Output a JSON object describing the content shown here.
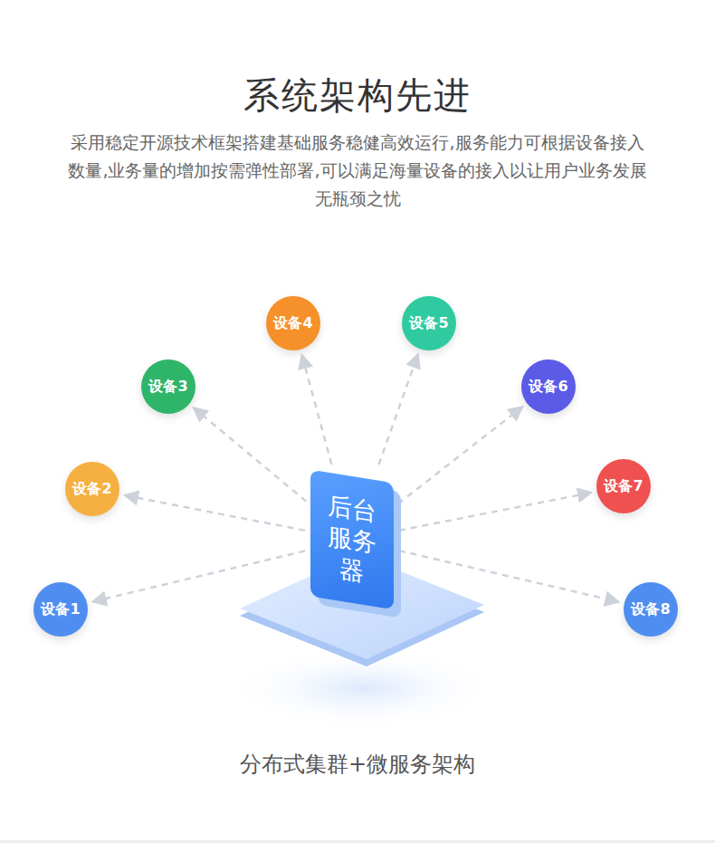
{
  "diagram": {
    "title": "系统架构先进",
    "caption": "分布式集群+微服务架构",
    "nodes": [
      {
        "text": [
          "后台 服务器"
        ]
      },
      {
        "text": [
          "设备1"
        ]
      },
      {
        "text": [
          "设备2"
        ]
      },
      {
        "text": [
          "设备3"
        ]
      },
      {
        "text": [
          "设备4"
        ]
      },
      {
        "text": [
          "设备5"
        ]
      },
      {
        "text": [
          "设备6"
        ]
      },
      {
        "text": [
          "设备7"
        ]
      },
      {
        "text": [
          "设备8"
        ]
      }
    ],
    "edges": [
      {
        "from": 0,
        "to": 1,
        "arrow": "to"
      },
      {
        "from": 0,
        "to": 2,
        "arrow": "to"
      },
      {
        "from": 0,
        "to": 3,
        "arrow": "to"
      },
      {
        "from": 0,
        "to": 4,
        "arrow": "to"
      },
      {
        "from": 0,
        "to": 5,
        "arrow": "to"
      },
      {
        "from": 0,
        "to": 6,
        "arrow": "to"
      },
      {
        "from": 0,
        "to": 7,
        "arrow": "to"
      },
      {
        "from": 0,
        "to": 8,
        "arrow": "to"
      }
    ],
    "labels": [
      "采用稳定开源技术框架搭建基础服务稳健高效运行,服务能力可根据设备接入数量,业务量的增加按需弹性部署,可以满足海量设备的接入以让用户业务发展无瓶颈之忧"
    ]
  }
}
